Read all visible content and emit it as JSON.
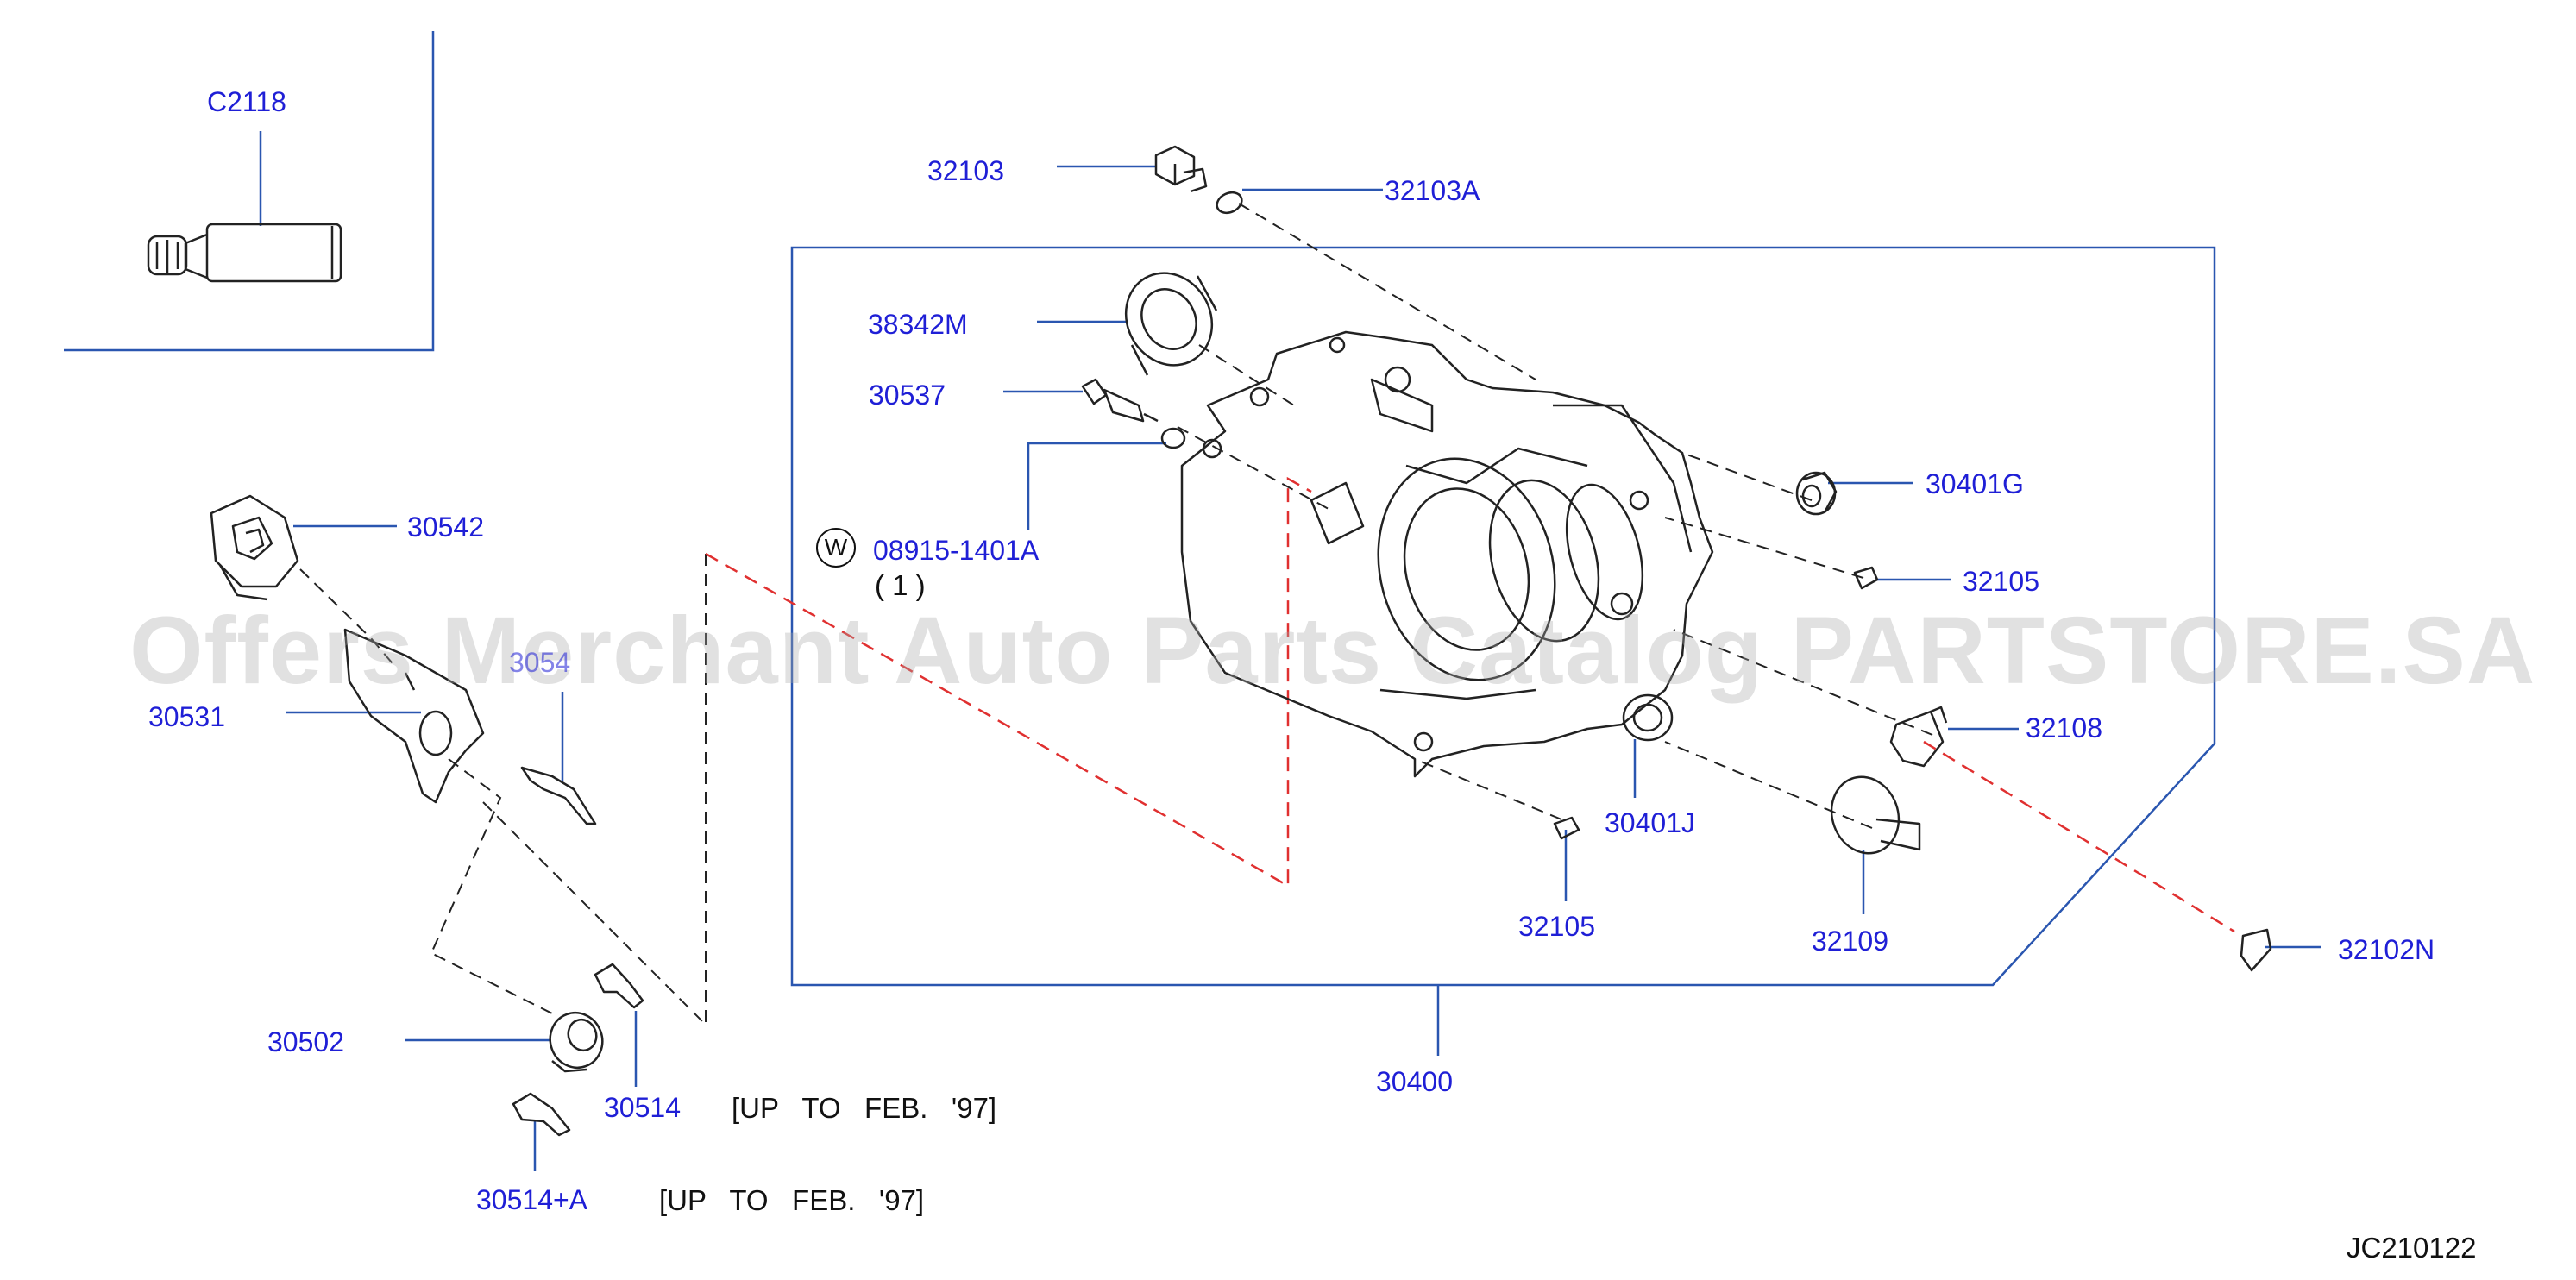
{
  "parts": [
    {
      "id": "c2118",
      "label": "C2118"
    },
    {
      "id": "p32103",
      "label": "32103"
    },
    {
      "id": "p32103a",
      "label": "32103A"
    },
    {
      "id": "p38342m",
      "label": "38342M"
    },
    {
      "id": "p30537",
      "label": "30537"
    },
    {
      "id": "p08915",
      "label": "08915-1401A"
    },
    {
      "id": "p30401g",
      "label": "30401G"
    },
    {
      "id": "p32105a",
      "label": "32105"
    },
    {
      "id": "p30542",
      "label": "30542"
    },
    {
      "id": "p30531",
      "label": "30531"
    },
    {
      "id": "p3054x",
      "label": "3054"
    },
    {
      "id": "p32108",
      "label": "32108"
    },
    {
      "id": "p30401j",
      "label": "30401J"
    },
    {
      "id": "p32105b",
      "label": "32105"
    },
    {
      "id": "p32109",
      "label": "32109"
    },
    {
      "id": "p32102n",
      "label": "32102N"
    },
    {
      "id": "p30502",
      "label": "30502"
    },
    {
      "id": "p30514",
      "label": "30514"
    },
    {
      "id": "p30400",
      "label": "30400"
    },
    {
      "id": "p30514a",
      "label": "30514+A"
    }
  ],
  "notes": {
    "qty": "( 1 )",
    "washer_symbol": "W",
    "up_to_1": "[UP   TO   FEB.   '97]",
    "up_to_2": "[UP   TO   FEB.   '97]"
  },
  "diagram_code": "JC210122",
  "watermark": "Offers Merchant Auto Parts Catalog PARTSTORE.SA",
  "colors": {
    "label": "#1f1fd6",
    "leader": "#2a56b0",
    "dash_red": "#e03030",
    "drawing": "#222222"
  }
}
